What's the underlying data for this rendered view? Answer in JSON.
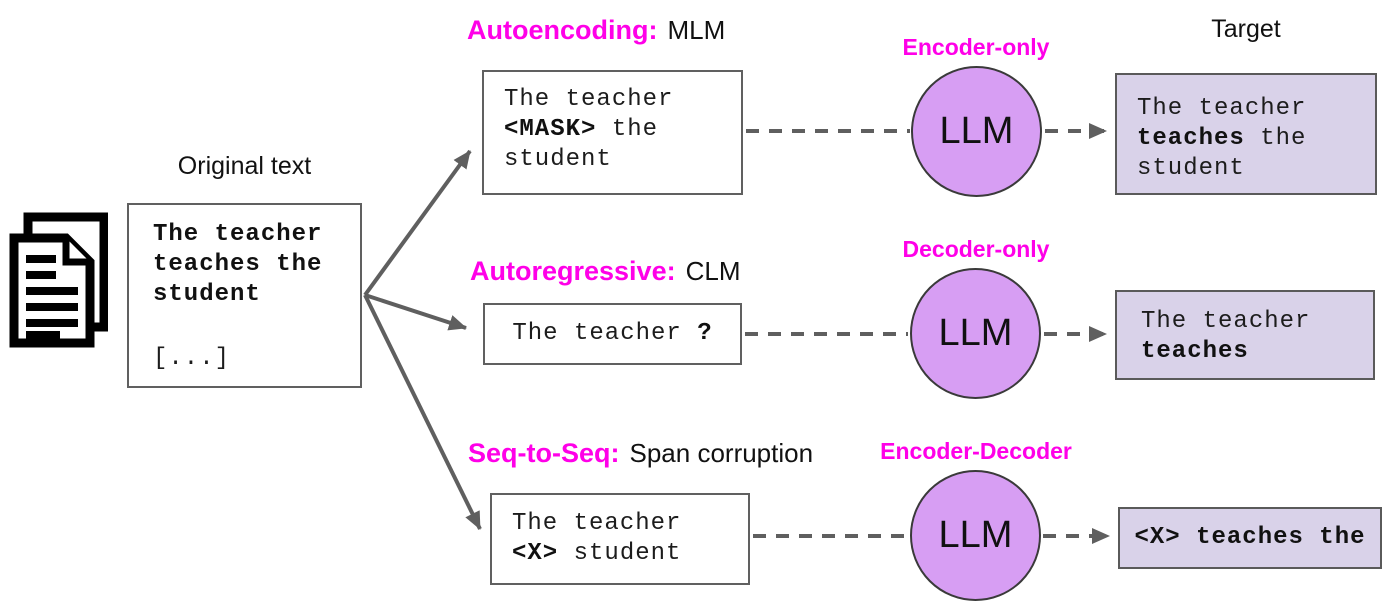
{
  "source": {
    "label": "Original text",
    "text": {
      "line1": "The teacher",
      "line2": "teaches the",
      "line3": "student",
      "more": "[...]"
    }
  },
  "target_header": "Target",
  "rows": [
    {
      "category": "Autoencoding:",
      "method": "MLM",
      "architecture": "Encoder-only",
      "model": "LLM",
      "input": {
        "line1": "The teacher",
        "line2_bold": "<MASK>",
        "line2_rest": " the",
        "line3": "student"
      },
      "target": {
        "line1": "The teacher",
        "line2_bold": "teaches",
        "line2_rest": " the",
        "line3": "student"
      }
    },
    {
      "category": "Autoregressive:",
      "method": "CLM",
      "architecture": "Decoder-only",
      "model": "LLM",
      "input": {
        "line1": "The teacher ",
        "line1_bold": "?"
      },
      "target": {
        "line1": "The teacher",
        "line2_bold": "teaches"
      }
    },
    {
      "category": "Seq-to-Seq:",
      "method": "Span corruption",
      "architecture": "Encoder-Decoder",
      "model": "LLM",
      "input": {
        "line1": "The teacher",
        "line2_bold": "<X>",
        "line2_rest": " student"
      },
      "target": {
        "line_bold": "<X> teaches the"
      }
    }
  ],
  "colors": {
    "accent_magenta": "#ff00e8",
    "llm_circle_fill": "#d79ef3",
    "target_box_fill": "#d9d2e9",
    "connector_gray": "#5f5f5f"
  }
}
